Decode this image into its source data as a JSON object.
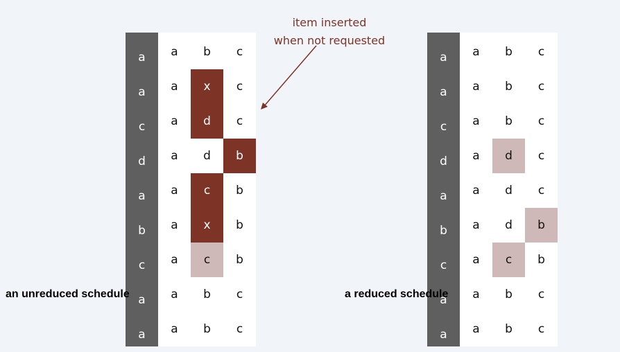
{
  "annotation": {
    "line1": "item inserted",
    "line2": "when not requested"
  },
  "left": {
    "caption": "an unreduced schedule",
    "requests": [
      "a",
      "a",
      "c",
      "d",
      "a",
      "b",
      "c",
      "a",
      "a"
    ],
    "rows": [
      [
        {
          "v": "a"
        },
        {
          "v": "b"
        },
        {
          "v": "c"
        }
      ],
      [
        {
          "v": "a"
        },
        {
          "v": "x",
          "h": "dark"
        },
        {
          "v": "c"
        }
      ],
      [
        {
          "v": "a"
        },
        {
          "v": "d",
          "h": "dark"
        },
        {
          "v": "c"
        }
      ],
      [
        {
          "v": "a"
        },
        {
          "v": "d"
        },
        {
          "v": "b",
          "h": "dark"
        }
      ],
      [
        {
          "v": "a"
        },
        {
          "v": "c",
          "h": "dark"
        },
        {
          "v": "b"
        }
      ],
      [
        {
          "v": "a"
        },
        {
          "v": "x",
          "h": "dark"
        },
        {
          "v": "b"
        }
      ],
      [
        {
          "v": "a"
        },
        {
          "v": "c",
          "h": "light"
        },
        {
          "v": "b"
        }
      ],
      [
        {
          "v": "a"
        },
        {
          "v": "b"
        },
        {
          "v": "c"
        }
      ],
      [
        {
          "v": "a"
        },
        {
          "v": "b"
        },
        {
          "v": "c"
        }
      ]
    ]
  },
  "right": {
    "caption": "a reduced schedule",
    "requests": [
      "a",
      "a",
      "c",
      "d",
      "a",
      "b",
      "c",
      "a",
      "a"
    ],
    "rows": [
      [
        {
          "v": "a"
        },
        {
          "v": "b"
        },
        {
          "v": "c"
        }
      ],
      [
        {
          "v": "a"
        },
        {
          "v": "b"
        },
        {
          "v": "c"
        }
      ],
      [
        {
          "v": "a"
        },
        {
          "v": "b"
        },
        {
          "v": "c"
        }
      ],
      [
        {
          "v": "a"
        },
        {
          "v": "d",
          "h": "light"
        },
        {
          "v": "c"
        }
      ],
      [
        {
          "v": "a"
        },
        {
          "v": "d"
        },
        {
          "v": "c"
        }
      ],
      [
        {
          "v": "a"
        },
        {
          "v": "d"
        },
        {
          "v": "b",
          "h": "light"
        }
      ],
      [
        {
          "v": "a"
        },
        {
          "v": "c",
          "h": "light"
        },
        {
          "v": "b"
        }
      ],
      [
        {
          "v": "a"
        },
        {
          "v": "b"
        },
        {
          "v": "c"
        }
      ],
      [
        {
          "v": "a"
        },
        {
          "v": "b"
        },
        {
          "v": "c"
        }
      ]
    ]
  },
  "colors": {
    "request_column": "#5f5f5f",
    "evict_highlight": "#7d3326",
    "insert_highlight": "#cfb9b8",
    "annotation": "#7d3326"
  }
}
